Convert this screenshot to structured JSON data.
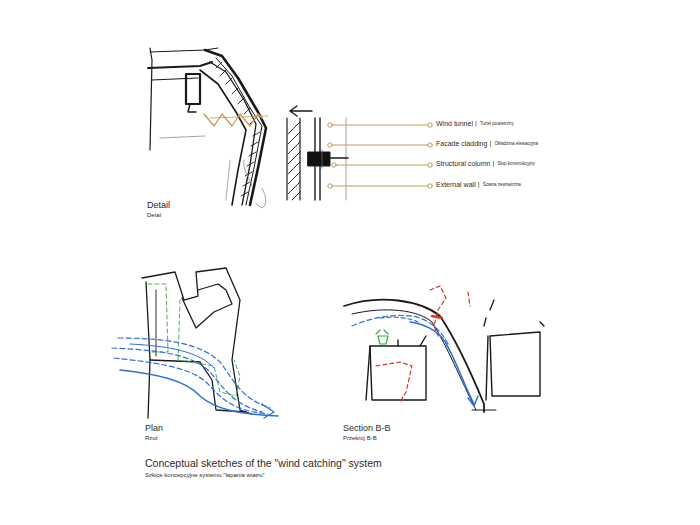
{
  "diagram": {
    "caption": "Conceptual sketches of the \"wind catching\" system",
    "labels": [
      "Detail",
      "Detal",
      "Wind tunnel",
      "Tunel powietrzny",
      "Facade cladding",
      "Okładzina elewacyjna",
      "Structural column",
      "Słup konstrukcyjny",
      "External wall",
      "Ściana zewnętrzna",
      "Plan",
      "Rzut",
      "Section B-B",
      "Przekrój B-B",
      "Szkice koncepcyjne systemu \"łapania wiatru\""
    ]
  }
}
